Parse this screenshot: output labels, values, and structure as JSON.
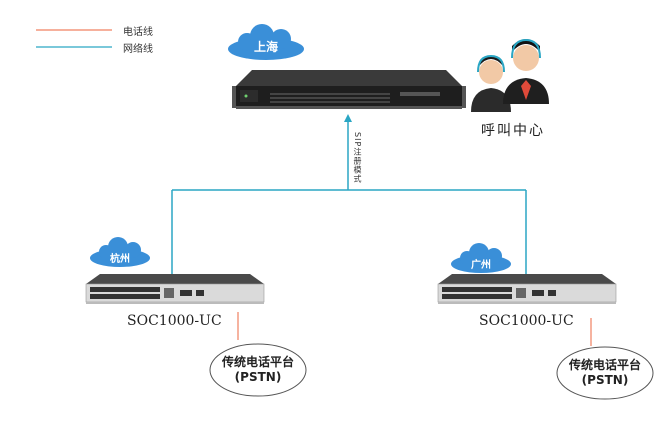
{
  "legend": {
    "phone_line": {
      "label": "电话线",
      "color": "#f08060"
    },
    "network_line": {
      "label": "网络线",
      "color": "#2aa6c4"
    }
  },
  "nodes": {
    "server": {
      "location": "上海",
      "icon": "rack-server-icon"
    },
    "call_center": {
      "label": "呼叫中心",
      "icon": "headset-agents-icon"
    },
    "hangzhou": {
      "location": "杭州",
      "device": "SOC1000-UC",
      "pstn_name": "传统电话平台",
      "pstn_abbr": "(PSTN)"
    },
    "guangzhou": {
      "location": "广州",
      "device": "SOC1000-UC",
      "pstn_name": "传统电话平台",
      "pstn_abbr": "(PSTN)"
    }
  },
  "link_label": "SIP注册模式",
  "colors": {
    "cloud": "#3a8fd8",
    "network": "#2aa6c4",
    "phone": "#f08060"
  }
}
